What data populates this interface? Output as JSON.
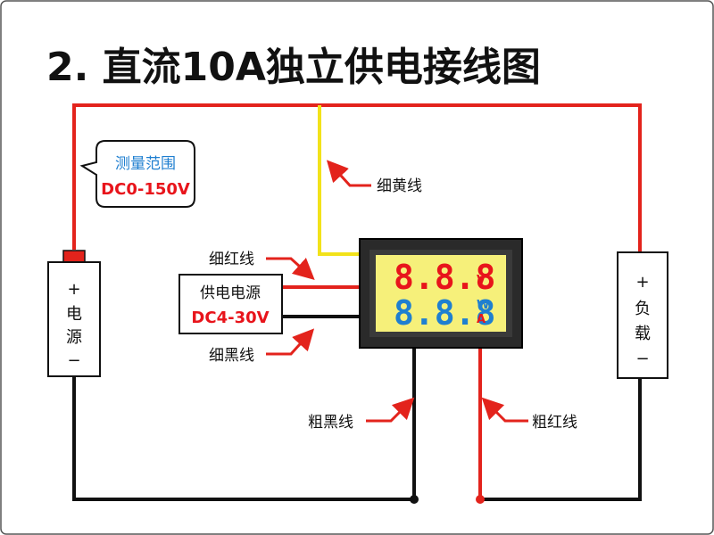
{
  "title": "2. 直流10A独立供电接线图",
  "callout": {
    "line1": "测量范围",
    "line2": "DC0-150V"
  },
  "power_source": {
    "plus": "+",
    "label_1": "电",
    "label_2": "源",
    "minus": "−"
  },
  "load": {
    "plus": "+",
    "label_1": "负",
    "label_2": "载",
    "minus": "−"
  },
  "supply_box": {
    "line1": "供电电源",
    "line2": "DC4-30V"
  },
  "wire_labels": {
    "thin_yellow": "细黄线",
    "thin_red": "细红线",
    "thin_black": "细黑线",
    "thick_black": "粗黑线",
    "thick_red": "粗红线"
  },
  "meter": {
    "top_digits": "8.8.8",
    "top_unit": "V",
    "bottom_digits": "8.8.8",
    "bottom_unit_1": "W",
    "bottom_unit_2": "A"
  },
  "colors": {
    "red_wire": "#e3231c",
    "yellow_wire": "#f2e21a",
    "black_wire": "#111111",
    "display_bg": "#f6f07a",
    "accent_blue": "#1f7fd0",
    "accent_red": "#e8141b"
  }
}
